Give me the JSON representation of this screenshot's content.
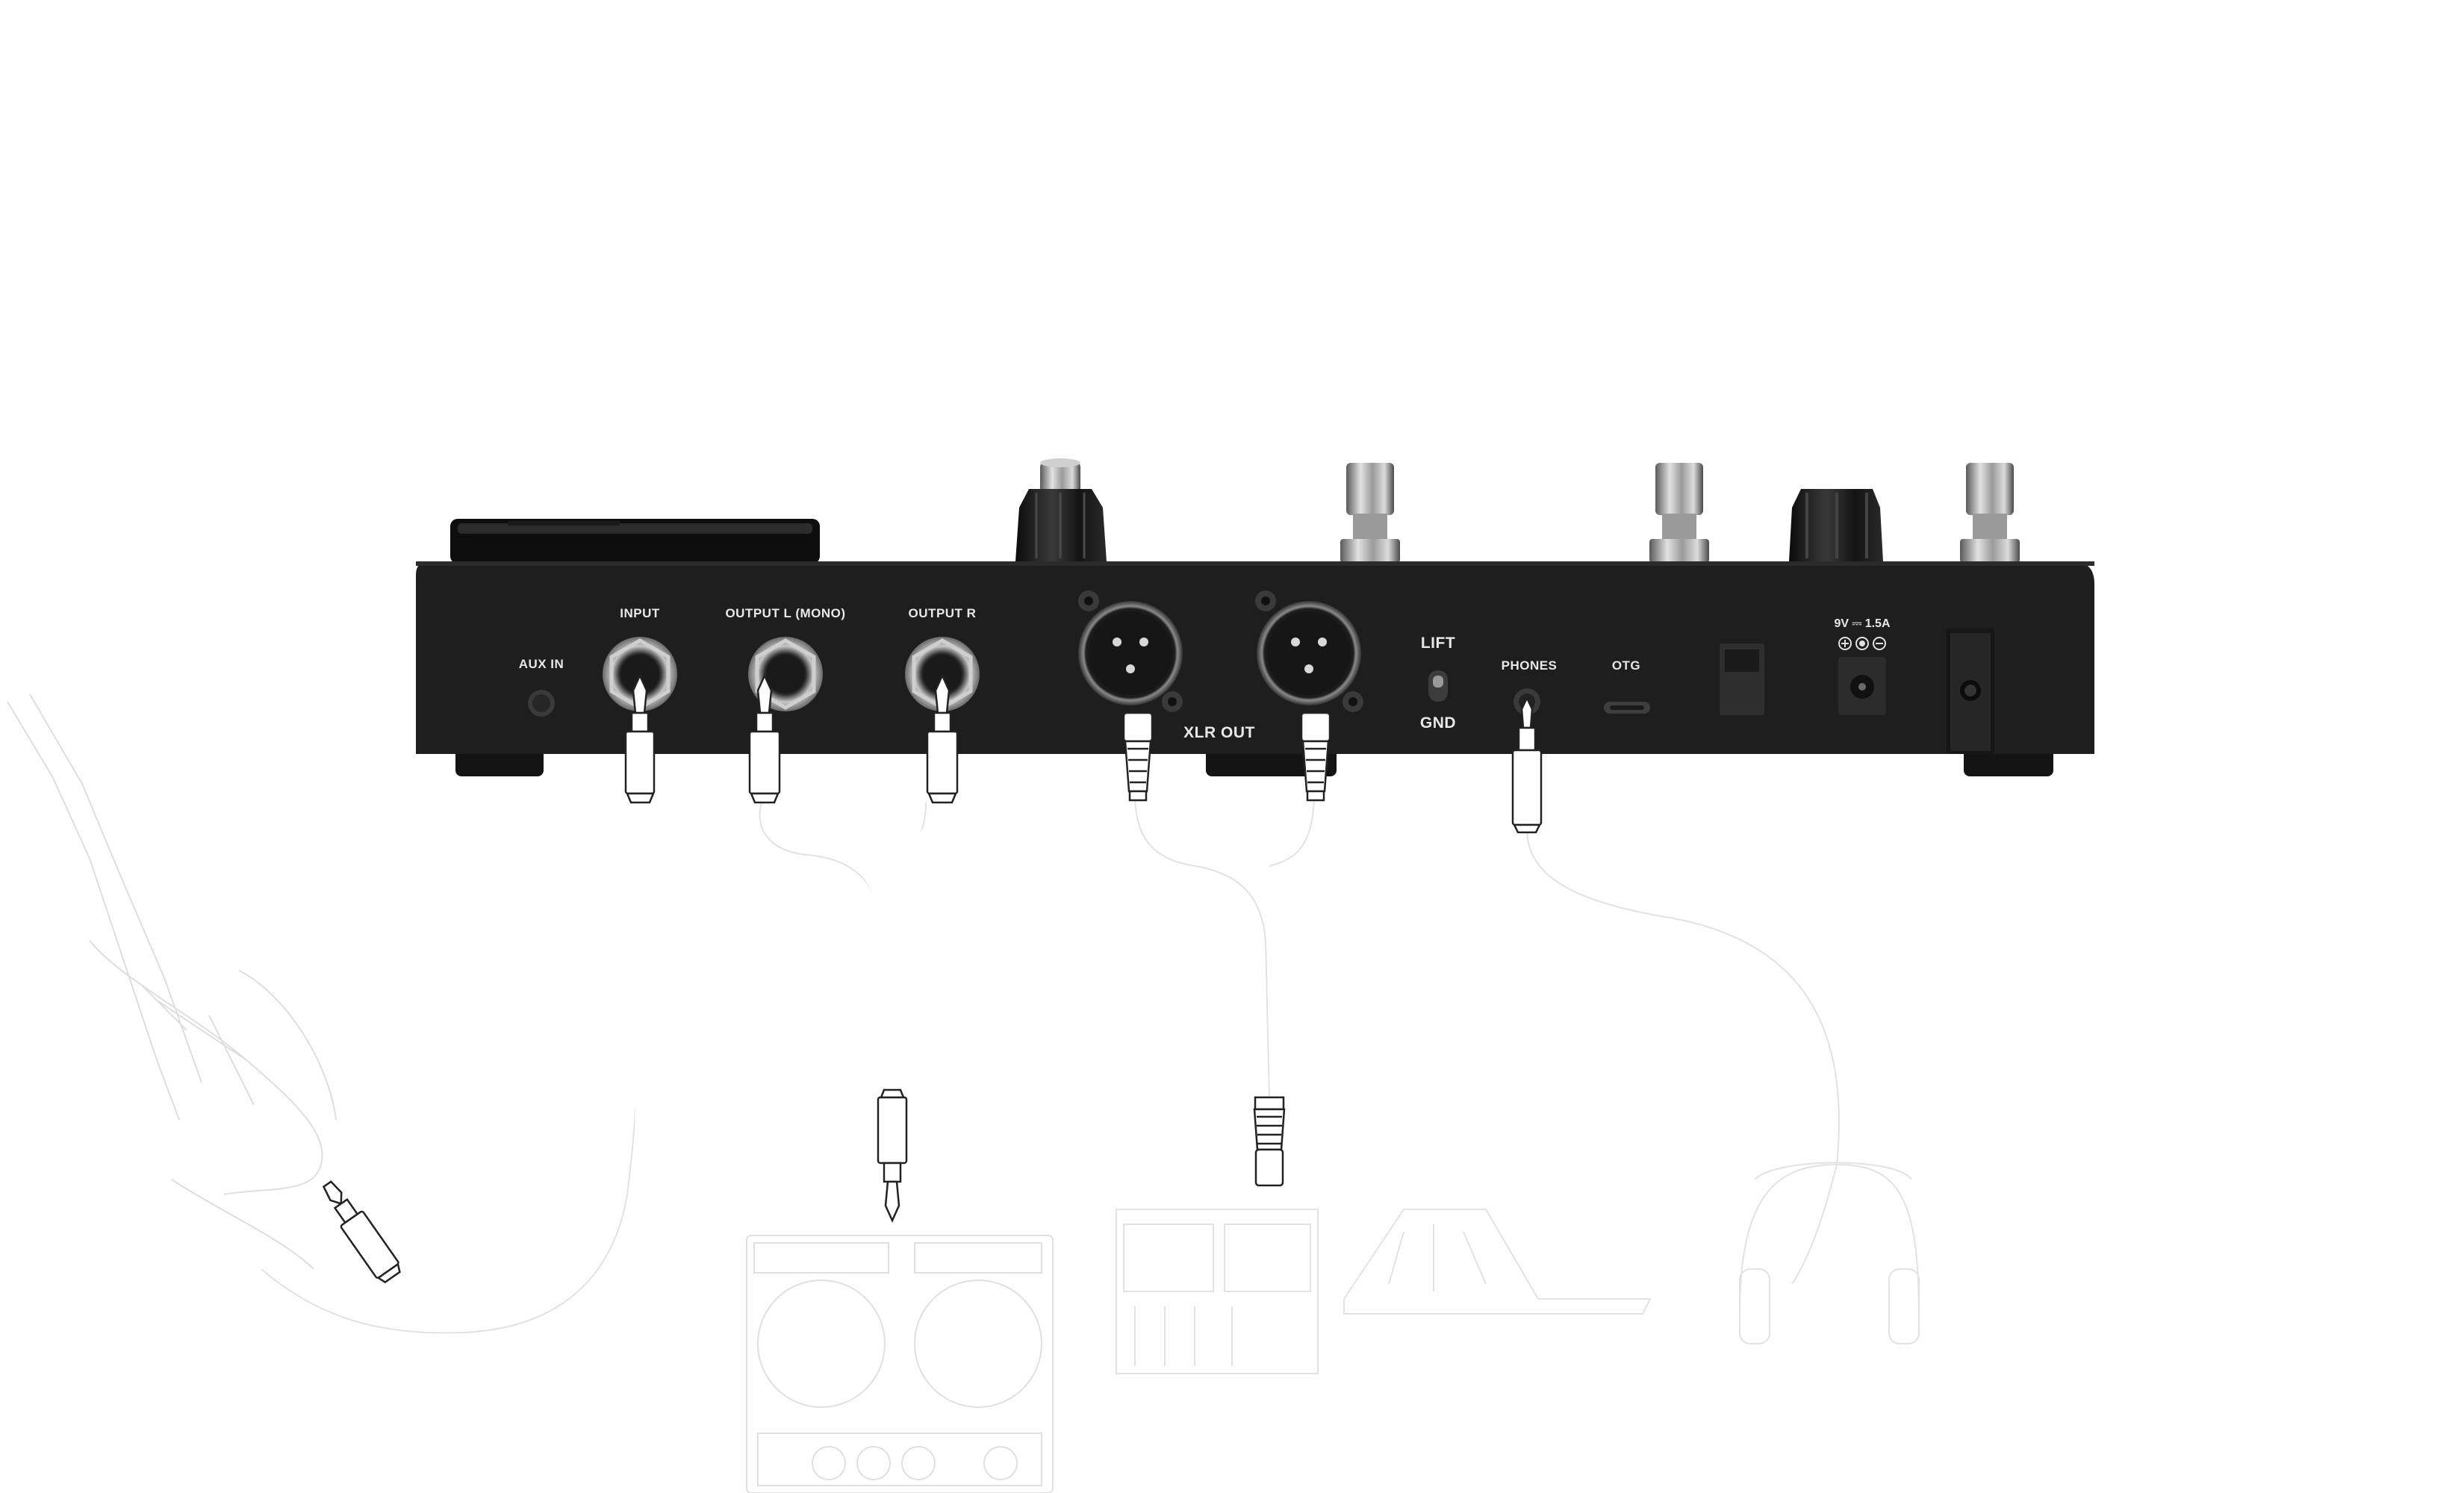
{
  "rear_panel": {
    "labels": {
      "aux_in": "AUX IN",
      "input": "INPUT",
      "output_l": "OUTPUT L (MONO)",
      "output_r": "OUTPUT R",
      "xlr_out": "XLR OUT",
      "lift": "LIFT",
      "gnd": "GND",
      "phones": "PHONES",
      "otg": "OTG",
      "power_spec": "9V ⎓ 1.5A"
    }
  },
  "colors": {
    "panel": "#1e1e1e",
    "label": "#e8e8e8",
    "background": "#ffffff",
    "line_art": "#d9d9d9"
  },
  "icons": [
    "guitar-icon",
    "amp-icon",
    "mixer-icon",
    "pa-speaker-icon",
    "headphones-icon",
    "dc-polarity-icon"
  ]
}
